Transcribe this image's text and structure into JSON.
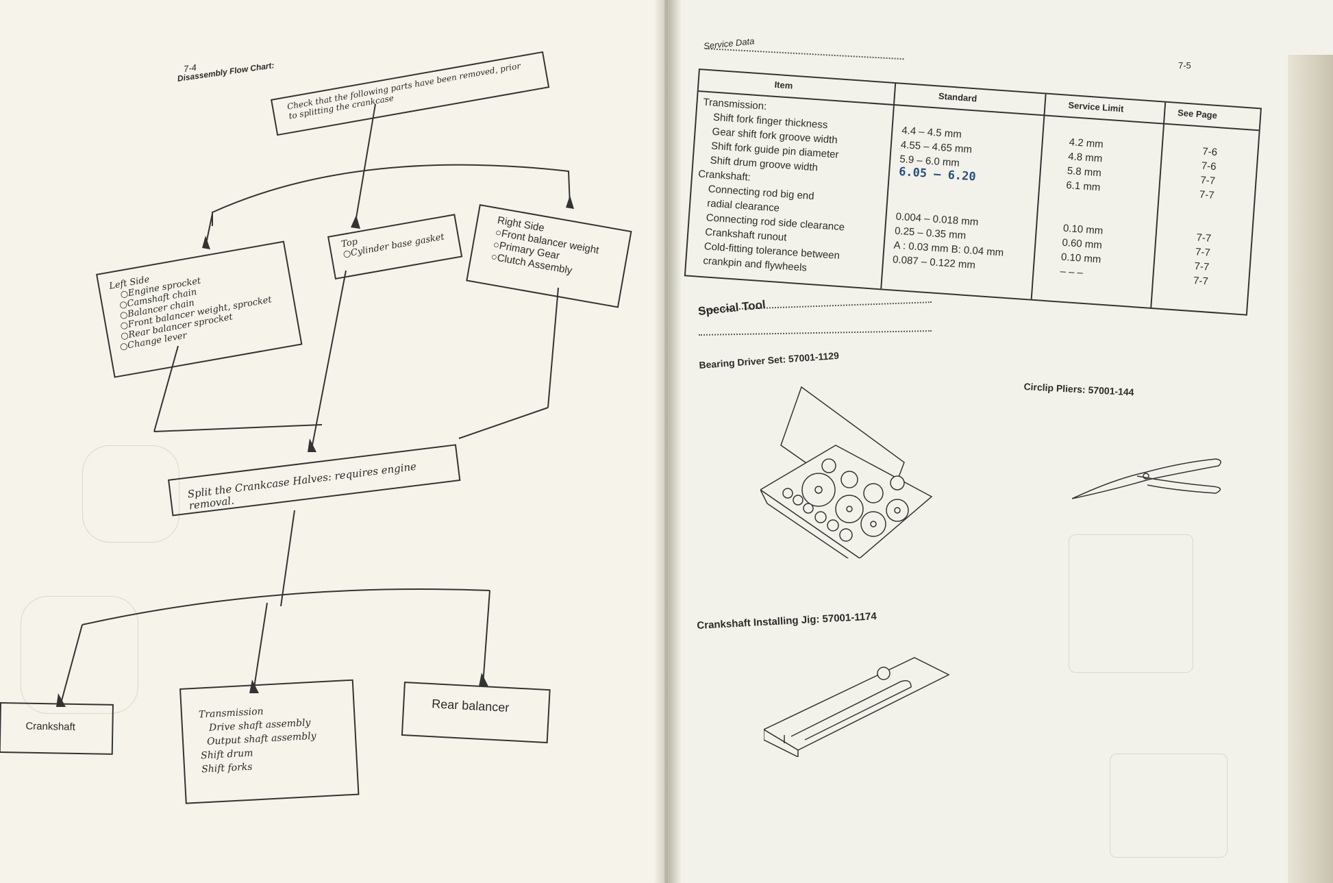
{
  "left_page": {
    "page_number": "7-4",
    "heading": "Disassembly Flow Chart:",
    "top_box": "Check that the following parts have been removed, prior to splitting the crankcase",
    "left_side": {
      "title": "Left Side",
      "items": [
        "○Engine sprocket",
        "○Camshaft chain",
        "○Balancer chain",
        "○Front balancer weight, sprocket",
        "○Rear balancer sprocket",
        "○Change lever"
      ]
    },
    "top": {
      "title": "Top",
      "items": [
        "○Cylinder base gasket"
      ]
    },
    "right_side": {
      "title": "Right Side",
      "items": [
        "○Front balancer weight",
        "○Primary Gear",
        "○Clutch Assembly"
      ]
    },
    "split_box": "Split the Crankcase Halves: requires engine removal.",
    "crankshaft_box": "Crankshaft",
    "transmission": {
      "title": "Transmission",
      "items": [
        "Drive shaft assembly",
        "Output shaft assembly",
        "Shift drum",
        "Shift forks"
      ]
    },
    "rear_balancer_box": "Rear balancer"
  },
  "right_page": {
    "page_number": "7-5",
    "section_title": "Service Data",
    "table": {
      "headers": [
        "Item",
        "Standard",
        "Service Limit",
        "See Page"
      ],
      "rows": [
        {
          "item": "Transmission:",
          "standard": "",
          "limit": "",
          "page": ""
        },
        {
          "item": "Shift fork finger thickness",
          "standard": "4.4 – 4.5 mm",
          "limit": "4.2 mm",
          "page": "7-6"
        },
        {
          "item": "Gear shift fork groove width",
          "standard": "4.55 – 4.65 mm",
          "limit": "4.8 mm",
          "page": "7-6"
        },
        {
          "item": "Shift fork guide pin diameter",
          "standard": "5.9 – 6.0 mm",
          "limit": "5.8 mm",
          "page": "7-7"
        },
        {
          "item": "Shift drum groove width",
          "standard": "6.05 – 6.20 mm",
          "limit": "6.1 mm",
          "page": "7-7"
        },
        {
          "item": "Crankshaft:",
          "standard": "",
          "limit": "",
          "page": ""
        },
        {
          "item": "Connecting rod big end",
          "standard": "",
          "limit": "",
          "page": ""
        },
        {
          "item": "radial clearance",
          "standard": "0.004 – 0.018 mm",
          "limit": "0.10 mm",
          "page": "7-7"
        },
        {
          "item": "Connecting rod side clearance",
          "standard": "0.25 – 0.35 mm",
          "limit": "0.60 mm",
          "page": "7-7"
        },
        {
          "item": "Crankshaft runout",
          "standard": "A : 0.03 mm  B: 0.04 mm",
          "limit": "0.10 mm",
          "page": "7-7"
        },
        {
          "item": "Cold-fitting tolerance between",
          "standard": "0.087 – 0.122 mm",
          "limit": "– – –",
          "page": "7-7"
        },
        {
          "item": "crankpin and flywheels",
          "standard": "",
          "limit": "",
          "page": ""
        }
      ],
      "handwritten_correction": "6.05 – 6.20"
    },
    "special_tool_title": "Special Tool",
    "tools": [
      {
        "name": "Bearing Driver Set:",
        "number": "57001-1129",
        "icon": "bearing-driver-set-icon"
      },
      {
        "name": "Circlip Pliers:",
        "number": "57001-144",
        "icon": "circlip-pliers-icon"
      },
      {
        "name": "Crankshaft Installing Jig:",
        "number": "57001-1174",
        "icon": "crankshaft-jig-icon"
      }
    ]
  }
}
